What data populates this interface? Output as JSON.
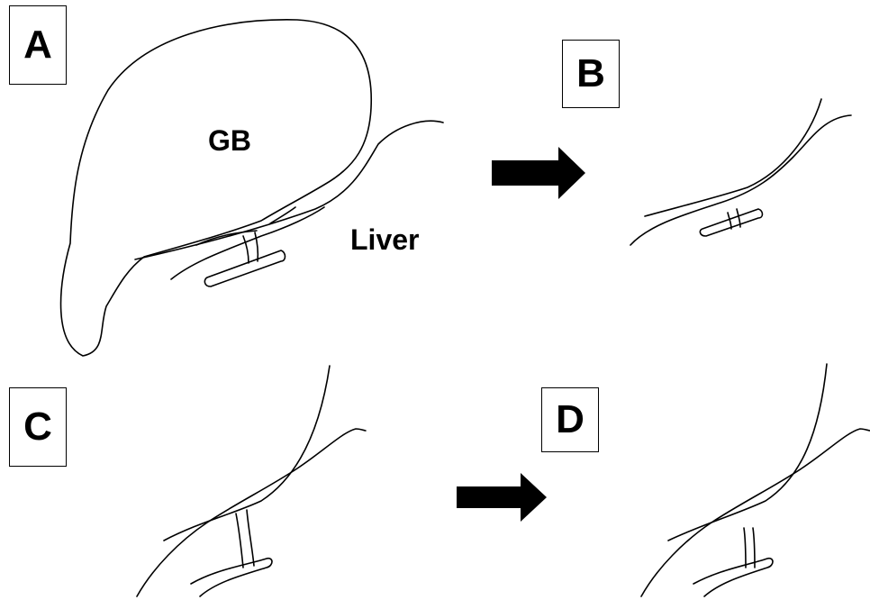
{
  "panels": [
    {
      "label": "A"
    },
    {
      "label": "B"
    },
    {
      "label": "C"
    },
    {
      "label": "D"
    }
  ],
  "annotations": {
    "gallbladder": "GB",
    "liver": "Liver"
  },
  "colors": {
    "line": "#000000",
    "background": "#ffffff",
    "arrow": "#000000"
  }
}
